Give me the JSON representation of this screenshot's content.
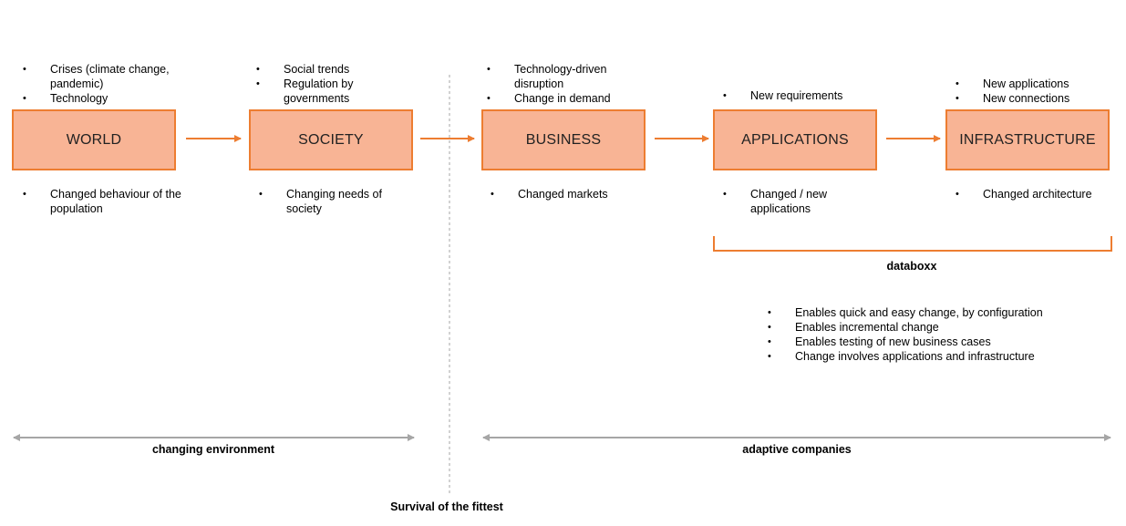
{
  "colors": {
    "box_fill": "#F8B495",
    "box_border": "#ED7D31",
    "arrow": "#ED7D31",
    "range_arrow": "#A6A6A6",
    "divider": "#A6A6A6"
  },
  "stages": [
    {
      "label": "WORLD",
      "top_bullets": [
        "Crises (climate change, pandemic)",
        "Technology"
      ],
      "bottom_bullets": [
        "Changed behaviour  of the population"
      ]
    },
    {
      "label": "SOCIETY",
      "top_bullets": [
        "Social trends",
        "Regulation  by governments"
      ],
      "bottom_bullets": [
        "Changing  needs of society"
      ]
    },
    {
      "label": "BUSINESS",
      "top_bullets": [
        "Technology-driven disruption",
        "Change  in demand"
      ],
      "bottom_bullets": [
        "Changed  markets"
      ]
    },
    {
      "label": "APPLICATIONS",
      "top_bullets": [
        "New requirements"
      ],
      "bottom_bullets": [
        "Changed  / new applications"
      ]
    },
    {
      "label": "INFRASTRUCTURE",
      "top_bullets": [
        "New applications",
        "New connections"
      ],
      "bottom_bullets": [
        "Changed  architecture"
      ]
    }
  ],
  "databoxx": {
    "label": "databoxx",
    "bullets": [
      "Enables quick and easy change, by configuration",
      "Enables incremental change",
      "Enables testing of new business cases",
      "Change involves  applications and infrastructure"
    ]
  },
  "ranges": {
    "left_label": "changing environment",
    "right_label": "adaptive companies"
  },
  "divider_label": "Survival of the fittest"
}
